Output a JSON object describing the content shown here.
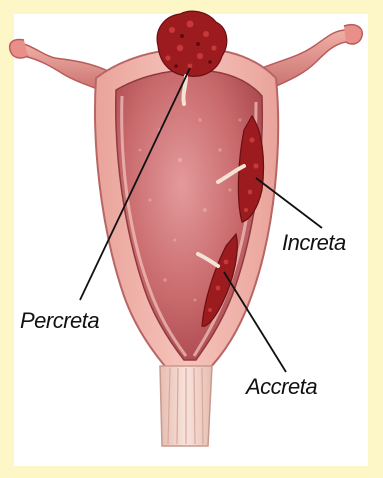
{
  "labels": {
    "percreta": "Percreta",
    "increta": "Increta",
    "accreta": "Accreta"
  },
  "colors": {
    "page_background": "#fdf7c8",
    "panel_background": "#ffffff",
    "uterine_wall": "#f2b7ae",
    "uterine_cavity": "#c96a6d",
    "placenta_tissue": "#9b1b1f",
    "cervix": "#f3d5cc",
    "pointer_line": "#111111"
  }
}
